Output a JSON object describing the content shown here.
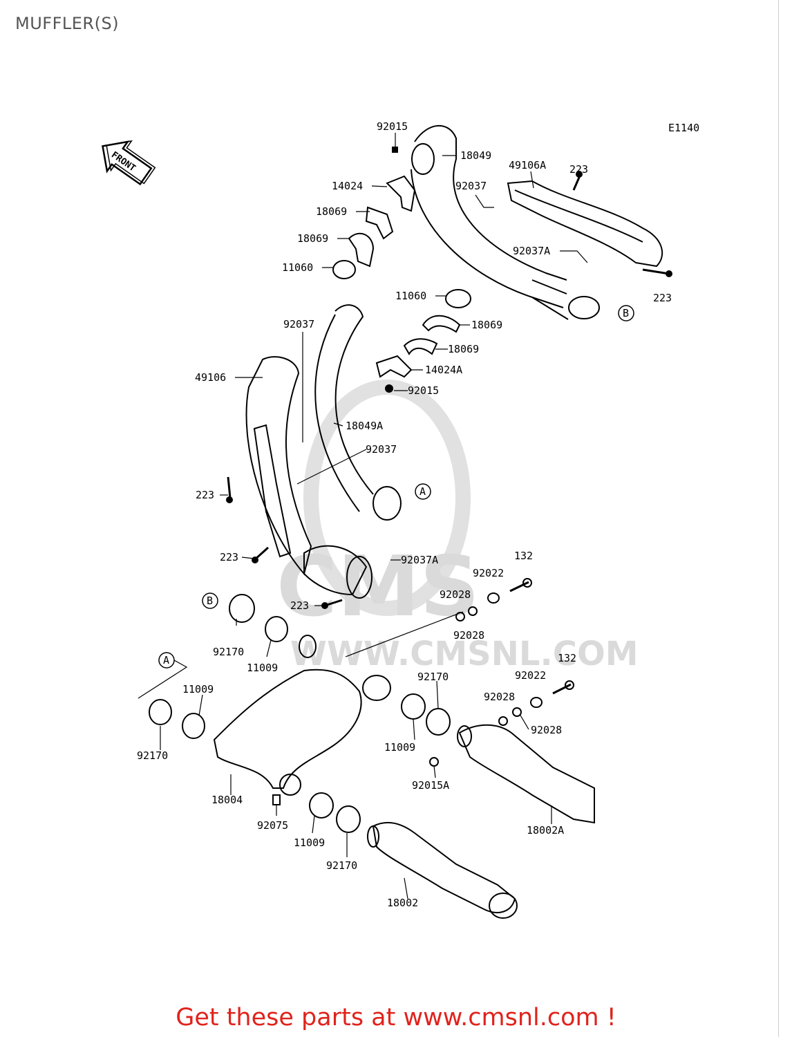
{
  "page": {
    "title": "MUFFLER(S)",
    "diagram_code": "E1140",
    "front_label": "FRONT",
    "watermark": "WWW.CMSNL.COM",
    "cta": "Get these parts at www.cmsnl.com !",
    "cta_color": "#e0231c"
  },
  "refs": {
    "A": "A",
    "B": "B"
  },
  "labels": {
    "p92015_top": "92015",
    "p18049": "18049",
    "p49106A": "49106A",
    "p223_a": "223",
    "p14024": "14024",
    "p18069_a": "18069",
    "p92037_a": "92037",
    "p18069_b": "18069",
    "p92037A_a": "92037A",
    "p11060_a": "11060",
    "p223_b": "223",
    "p11060_b": "11060",
    "p92037_b": "92037",
    "p18069_c": "18069",
    "p18069_d": "18069",
    "p49106": "49106",
    "p14024A": "14024A",
    "p92015_b": "92015",
    "p18049A": "18049A",
    "p92037_c": "92037",
    "p223_c": "223",
    "p223_d": "223",
    "p92037A_b": "92037A",
    "p132_a": "132",
    "p92022_a": "92022",
    "p92028_a": "92028",
    "p223_e": "223",
    "p92028_b": "92028",
    "p92170_a": "92170",
    "p11009_a": "11009",
    "p11009_b": "11009",
    "p92170_b": "92170",
    "p132_b": "132",
    "p92022_b": "92022",
    "p92028_c": "92028",
    "p92028_d": "92028",
    "p92170_c": "92170",
    "p11009_c": "11009",
    "p92015A": "92015A",
    "p18004": "18004",
    "p92075": "92075",
    "p11009_d": "11009",
    "p18002A": "18002A",
    "p92170_d": "92170",
    "p18002": "18002"
  }
}
